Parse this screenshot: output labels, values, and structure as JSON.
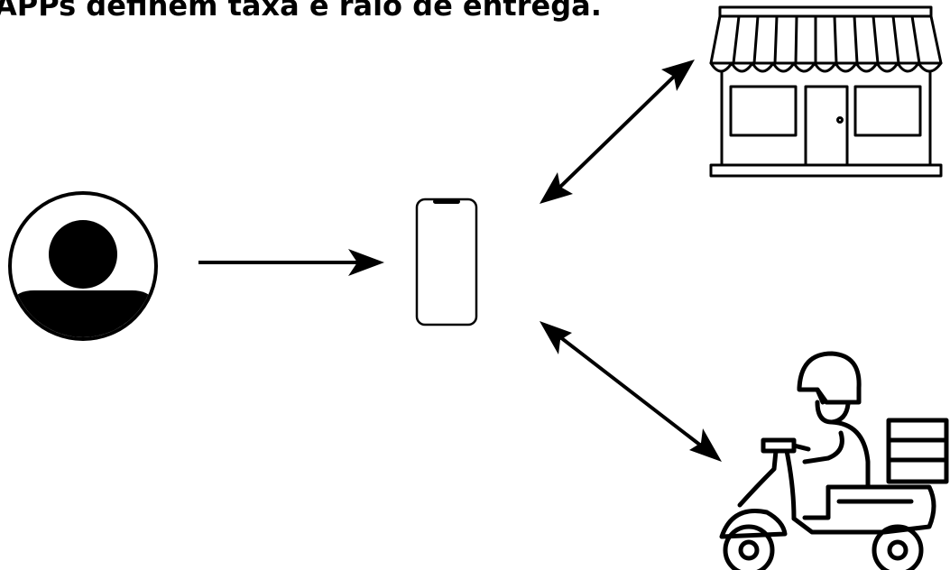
{
  "title": "APPs definem taxa e raio de entrega.",
  "colors": {
    "background": "#ffffff",
    "ink": "#000000"
  },
  "diagram": {
    "nodes": [
      {
        "id": "customer",
        "icon": "user-avatar-icon"
      },
      {
        "id": "app",
        "icon": "smartphone-icon"
      },
      {
        "id": "store",
        "icon": "storefront-icon"
      },
      {
        "id": "courier",
        "icon": "delivery-scooter-icon"
      }
    ],
    "edges": [
      {
        "from": "customer",
        "to": "app",
        "direction": "one-way"
      },
      {
        "from": "app",
        "to": "store",
        "direction": "two-way"
      },
      {
        "from": "app",
        "to": "courier",
        "direction": "two-way"
      }
    ]
  }
}
